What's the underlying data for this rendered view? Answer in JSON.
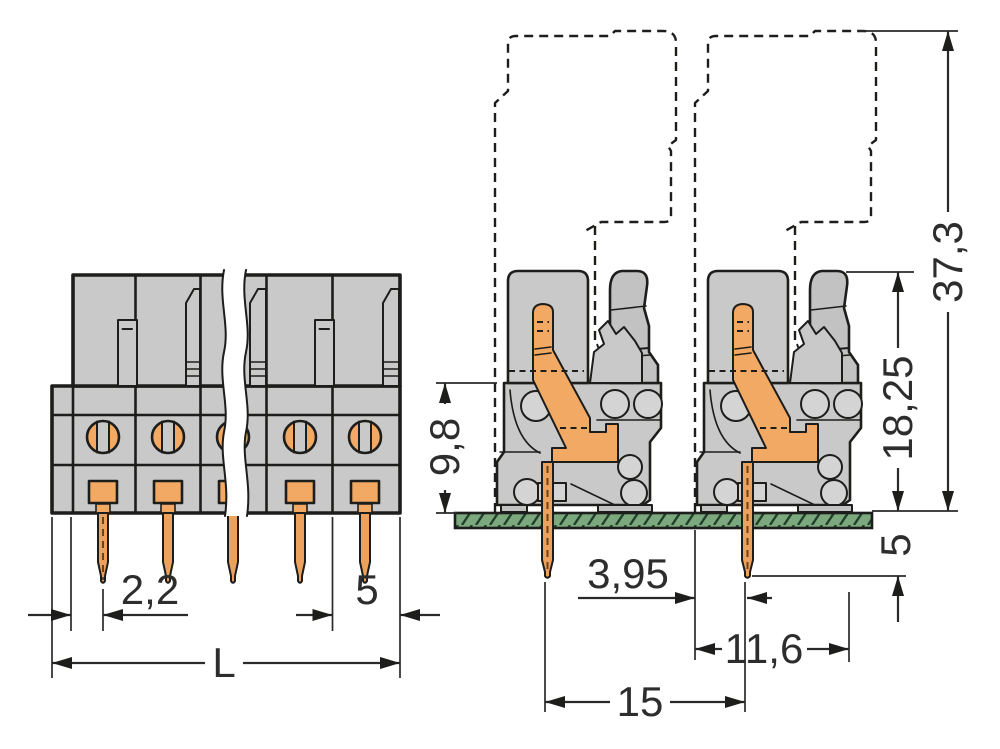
{
  "drawing": {
    "description": "terminal-block-connector-dimension-drawing",
    "palette": {
      "background": "#ffffff",
      "line": "#1d1d1b",
      "housing_gray": "#c9c9c9",
      "hole_gray": "#d4d4d4",
      "contact_orange": "#f1a963",
      "pin_orange": "#eca25c",
      "pcb_green": "#7ba87d",
      "dimension_text": "#2d2d2d"
    }
  },
  "front_view": {
    "dims": {
      "pin_offset": "2,2",
      "pole_pitch": "5",
      "total_length": "L"
    }
  },
  "side_view": {
    "dims": {
      "total_height": "37,3",
      "height_above_board": "18,25",
      "body_height": "9,8",
      "pin_length_below_board": "5",
      "pin_to_outline": "3,95",
      "outline_width": "11,6",
      "pin_spacing": "15"
    }
  }
}
